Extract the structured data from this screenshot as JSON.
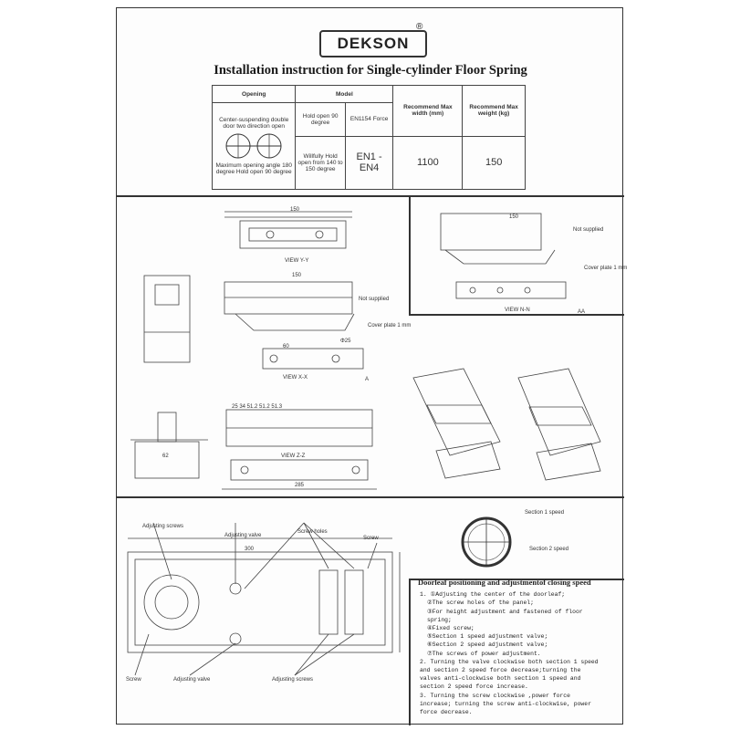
{
  "brand": {
    "logo_text": "DEKSON",
    "registered_mark": "®"
  },
  "title": "Installation instruction for Single-cylinder Floor Spring",
  "spec_table": {
    "headers": {
      "opening": "Opening",
      "model": "Model",
      "max_width": "Recommend Max width (mm)",
      "max_weight": "Recommend Max weight (kg)"
    },
    "opening_desc": "Center-suspending double door two direction open",
    "opening_note": "Maximum opening angle 180 degree Hold open 90 degree",
    "model_hold": "Hold open 90 degree",
    "model_en_header": "EN1154 Force",
    "model_willfully": "Willfully Hold open from 140 to 150 degree",
    "model_en_value": "EN1 - EN4",
    "max_width_value": "1100",
    "max_weight_value": "150"
  },
  "drawing_labels": {
    "view_yy": "VIEW Y-Y",
    "view_xx": "VIEW X-X",
    "view_zz": "VIEW Z-Z",
    "view_nn": "VIEW N-N",
    "not_supplied_1": "Not supplied",
    "not_supplied_2": "Not supplied",
    "cover_plate_1": "Cover plate 1 mm",
    "cover_plate_2": "Cover plate 1 mm",
    "dim_150_a": "150",
    "dim_150_b": "150",
    "dim_150_c": "150",
    "dim_285": "285",
    "dim_62": "62",
    "dim_60": "60",
    "dim_zz": "25   34   51.2   51.2   51.3",
    "dim_phi25": "Φ25",
    "letter_a": "A",
    "letter_aa": "AA"
  },
  "bottom_labels": {
    "adjusting_screws_top": "Adjusting screws",
    "adjusting_valve_top": "Adjusting valve",
    "screw_holes": "Screw holes",
    "screw_top": "Screw",
    "screw_bottom": "Screw",
    "adjusting_valve_bottom": "Adjusting valve",
    "adjusting_screws_bottom": "Adjusting screws",
    "dim_300": "300",
    "section1_speed": "Section 1 speed",
    "section2_speed": "Section 2 speed"
  },
  "instructions": {
    "title": "Doorleaf positioning and adjustmentof closing speed",
    "items": [
      "1. ①Adjusting the center of the doorleaf;",
      "②The screw holes of the panel;",
      "③For height adjustment and fastened of floor spring;",
      "④Fixed screw;",
      "⑤Section 1 speed adjustment valve;",
      "⑥Section 2 speed adjustment valve;",
      "⑦The screws of power adjustment.",
      "2. Turning the valve clockwise both section 1 speed and section 2 speed force decrease;turning the valves anti-clockwise both section 1 speed and section 2 speed force increase.",
      "3. Turning the screw clockwise ,power force increase; turning the screw anti-clockwise, power force decrease."
    ]
  }
}
